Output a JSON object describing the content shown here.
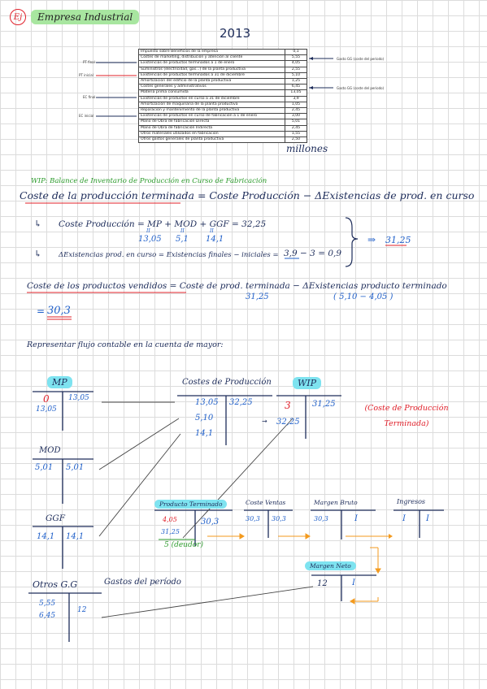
{
  "header": {
    "marker": "Ej",
    "title": "Empresa Industrial"
  },
  "table": {
    "year": "2013",
    "unit": "millones",
    "rows": [
      {
        "label": "Impuesto sobre Beneficios de la empresa",
        "value": "0,1"
      },
      {
        "label": "Costes de marketing, distribución y atención al cliente",
        "value": "5,55"
      },
      {
        "label": "Existencias de productos terminados a 1 de enero",
        "value": "4,05"
      },
      {
        "label": "Suministros (electricidad, gas...) de la planta productiva",
        "value": "2,55"
      },
      {
        "label": "Existencias de productos terminados a 31 de diciembre",
        "value": "5,10"
      },
      {
        "label": "Amortización del edificio de la planta productiva",
        "value": "1,25"
      },
      {
        "label": "Costes generales y administrativos",
        "value": "6,45"
      },
      {
        "label": "Materia prima consumida",
        "value": "13,05"
      },
      {
        "label": "Existencias de productos en curso a 31 de diciembre",
        "value": "3,9"
      },
      {
        "label": "Amortización de maquinaria de la planta productiva",
        "value": "1,05"
      },
      {
        "label": "Reparación y mantenimiento de la planta productiva",
        "value": "2,45"
      },
      {
        "label": "Existencias de productos en curso de fabricación a 1 de enero",
        "value": "3,00"
      },
      {
        "label": "Mano de Obra de fabricación Directa",
        "value": "5,01"
      },
      {
        "label": "Mano de Obra de fabricación Indirecta",
        "value": "2,45"
      },
      {
        "label": "Otros materiales utilizados en fabricación",
        "value": "1,55"
      },
      {
        "label": "Otros gastos generales de planta productiva",
        "value": "2,50"
      }
    ],
    "left_labels": [
      "PT final",
      "PT inicial",
      "EC final",
      "EC inicial"
    ],
    "right_labels": [
      "Gasto GG (coste del periodo)",
      "Gasto GG (coste del periodo)"
    ]
  },
  "wip": {
    "heading": "WIP: Balance de Inventario de Producción en Curso de Fabricación",
    "formula": "Coste de la producción terminada = Coste Producción − ΔExistencias de prod. en curso",
    "cp_formula": "Coste Producción = MP + MOD + GGF = 32,25",
    "mp_value": "13,05",
    "mod_value": "5,1",
    "ggf_value": "14,1",
    "eq_marks": [
      "II",
      "II",
      "II"
    ],
    "delta_formula": "ΔExistencias prod. en curso = Existencias finales − iniciales =",
    "delta_values": "3,9 − 3 = 0,9",
    "result": "31,25",
    "arrow_glyph": "↳",
    "implies": "⇒"
  },
  "cpv": {
    "formula": "Coste de los productos vendidos = Coste de prod. terminada − ΔExistencias producto terminado",
    "sub1": "31,25",
    "sub2": "( 5,10 − 4,05 )",
    "result": "30,3"
  },
  "ledger": {
    "heading": "Representar flujo contable en la cuenta de mayor:",
    "mp": {
      "title": "MP",
      "debit1": "0",
      "debit2": "13,05",
      "credit": "13,05"
    },
    "cp": {
      "title": "Costes de Producción",
      "debit": [
        "13,05",
        "5,10",
        "14,1"
      ],
      "credit": "32,25"
    },
    "wip_acc": {
      "title": "WIP",
      "debit": "3",
      "debit_total": "32,25",
      "credit": "31,25",
      "arrow": "→",
      "note": "(Coste de Producción Terminada)"
    },
    "mod": {
      "title": "MOD",
      "debit": "5,01",
      "credit": "5,01"
    },
    "ggf": {
      "title": "GGF",
      "debit": "14,1",
      "credit": "14,1"
    },
    "pt": {
      "title": "Producto Terminado",
      "d1": "4,05",
      "d2": "31,25",
      "credit": "30,3",
      "saldo": "5 (deudor)"
    },
    "cv": {
      "title": "Coste Ventas",
      "debit": "30,3",
      "credit": "30,3"
    },
    "mb": {
      "title": "Margen Bruto",
      "debit": "30,3",
      "credit": "I"
    },
    "ing": {
      "title": "Ingresos",
      "debit": "I",
      "credit": "I"
    },
    "mn": {
      "title": "Margen Neto",
      "debit": "12",
      "credit": "I"
    },
    "otros": {
      "title": "Otros G.G",
      "note": "Gastos del período",
      "d1": "5,55",
      "d2": "6,45",
      "credit": "12"
    }
  },
  "colors": {
    "blue": "#1f5fc9",
    "red": "#e0202a",
    "green": "#2a9a2a",
    "orange": "#f39a1e",
    "highlight_green": "#a8e6a0",
    "highlight_cyan": "#7ee3f0"
  }
}
